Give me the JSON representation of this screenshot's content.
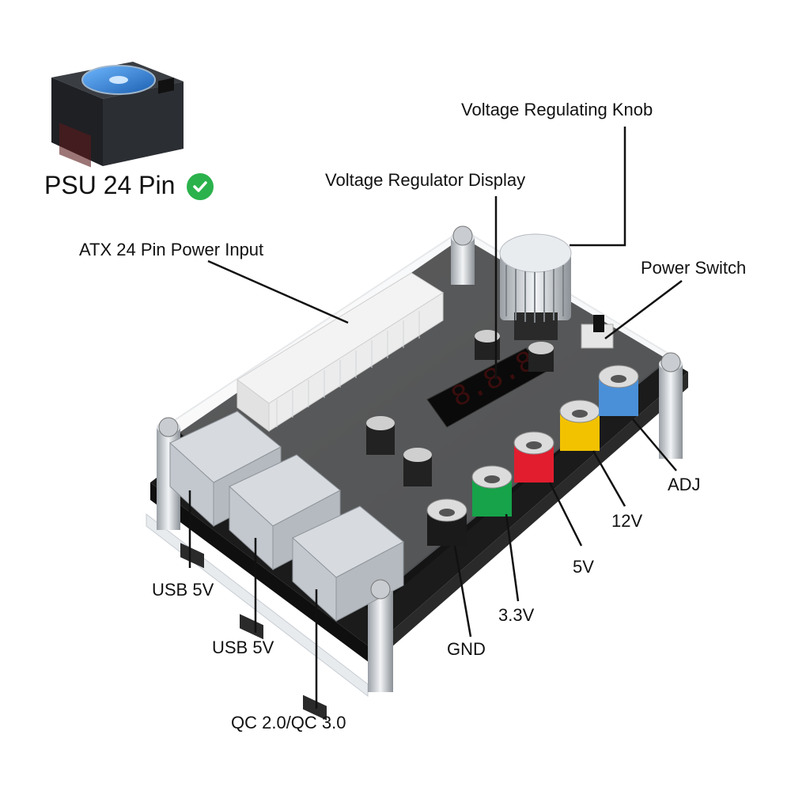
{
  "psu": {
    "title": "PSU 24 Pin",
    "check_color": "#2bb24c",
    "icon": "psu-icon"
  },
  "labels": {
    "knob": "Voltage Regulating Knob",
    "display": "Voltage Regulator Display",
    "atx": "ATX 24 Pin Power Input",
    "power_switch": "Power Switch",
    "adj": "ADJ",
    "v12": "12V",
    "v5": "5V",
    "v33": "3.3V",
    "gnd": "GND",
    "usb1": "USB 5V",
    "usb2": "USB 5V",
    "qc": "QC 2.0/QC 3.0"
  },
  "board": {
    "display_digits": "8.8.8",
    "terminals": [
      {
        "label": "GND",
        "color": "#1a1a1a"
      },
      {
        "label": "3.3V",
        "color": "#16a34a"
      },
      {
        "label": "5V",
        "color": "#e11d2e"
      },
      {
        "label": "12V",
        "color": "#f2c200"
      },
      {
        "label": "ADJ",
        "color": "#4a90d9"
      }
    ]
  }
}
